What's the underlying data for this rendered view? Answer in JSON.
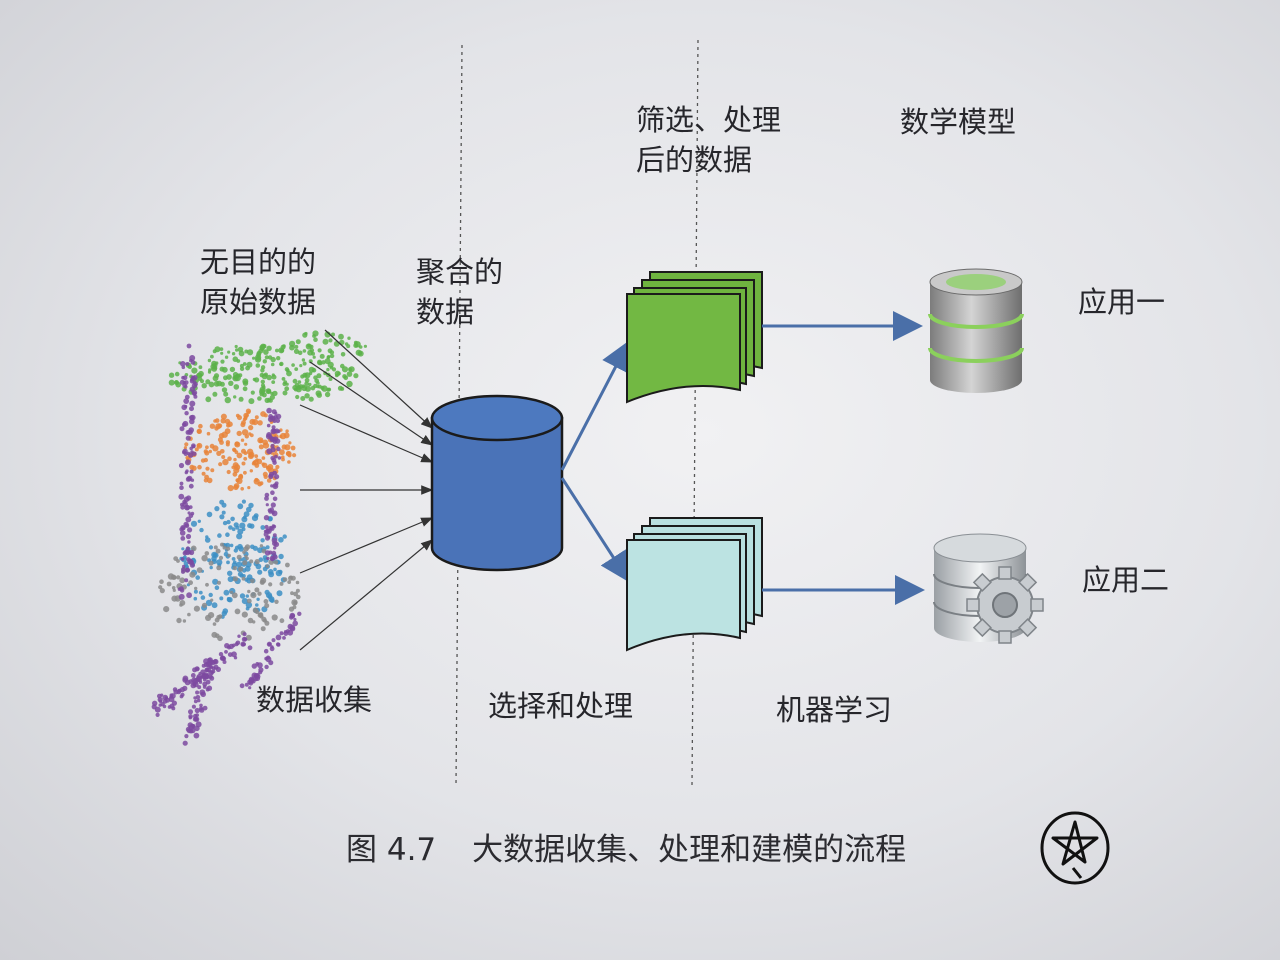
{
  "labels": {
    "raw_data": "无目的的原始数据",
    "aggregated": "聚合的数据",
    "filtered": "筛选、处理后的数据",
    "model": "数学模型",
    "app1": "应用一",
    "app2": "应用二",
    "collection": "数据收集",
    "select_process": "选择和处理",
    "ml": "机器学习"
  },
  "caption": {
    "number": "图 4.7",
    "text": "大数据收集、处理和建模的流程"
  },
  "colors": {
    "aggregate_db": "#4a73b8",
    "filtered_top": "#6fb43f",
    "filtered_bottom": "#b9e0e0",
    "arrow": "#4a6fa8",
    "scatter_green": "#5cb24a",
    "scatter_orange": "#e8843a",
    "scatter_purple": "#7d4aa0",
    "scatter_blue": "#3d8fc4",
    "scatter_gray": "#8a8a8a"
  }
}
